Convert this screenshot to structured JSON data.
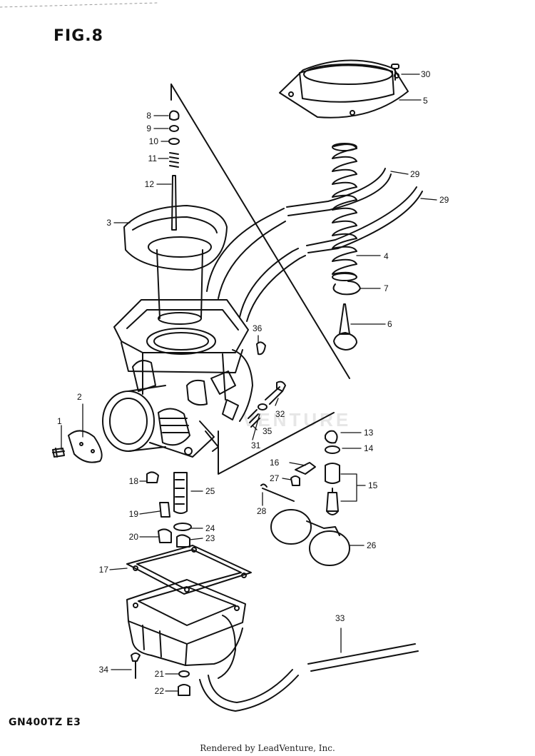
{
  "figure_label": "FIG.8",
  "model_code": "GN400TZ  E3",
  "footer": "Rendered by LeadVenture, Inc.",
  "watermark": "VENTURE",
  "callouts": {
    "c1": "1",
    "c2": "2",
    "c3": "3",
    "c4": "4",
    "c5": "5",
    "c6": "6",
    "c7": "7",
    "c8": "8",
    "c9": "9",
    "c10": "10",
    "c11": "11",
    "c12": "12",
    "c13": "13",
    "c14": "14",
    "c15": "15",
    "c16": "16",
    "c17": "17",
    "c18": "18",
    "c19": "19",
    "c20": "20",
    "c21": "21",
    "c22": "22",
    "c23": "23",
    "c24": "24",
    "c25": "25",
    "c26": "26",
    "c27": "27",
    "c28": "28",
    "c29a": "29",
    "c29b": "29",
    "c30": "30",
    "c31": "31",
    "c32": "32",
    "c33": "33",
    "c34": "34",
    "c35": "35",
    "c36": "36"
  },
  "icons": {
    "carburetor": "carburetor-assembly-drawing",
    "spring": "throttle-spring",
    "hose": "fuel-hose"
  }
}
